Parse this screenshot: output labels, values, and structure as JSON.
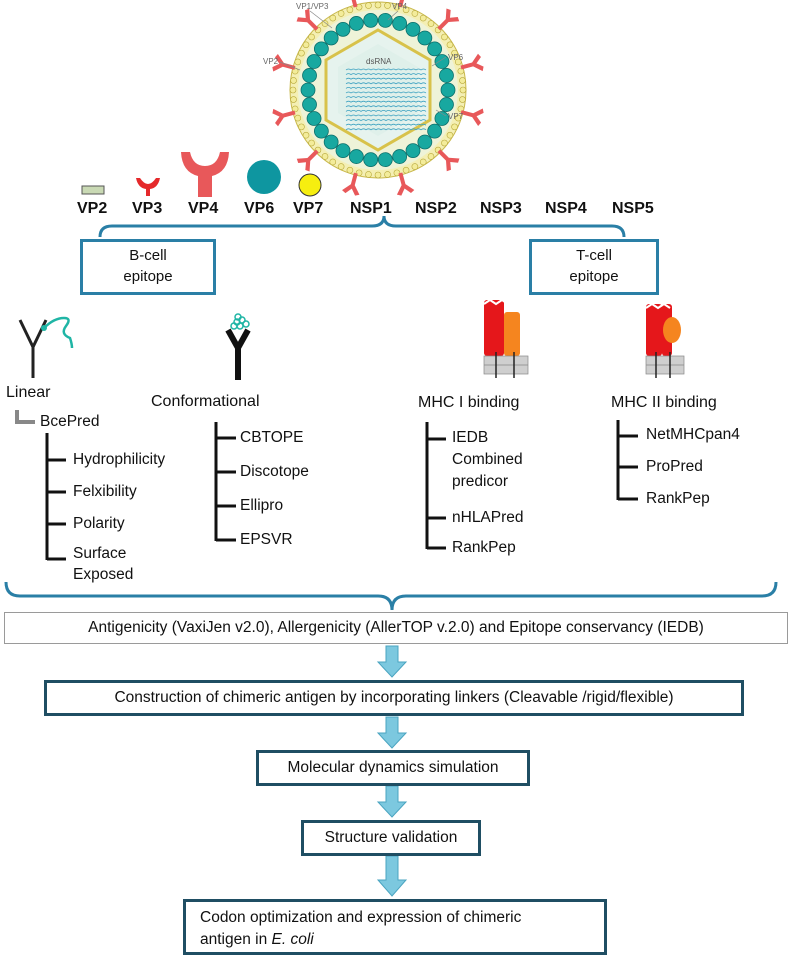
{
  "virus": {
    "labels": [
      "VP1/VP3",
      "VP4",
      "VP2",
      "dsRNA",
      "VP6",
      "VP7"
    ]
  },
  "proteins": [
    "VP2",
    "VP3",
    "VP4",
    "VP6",
    "VP7",
    "NSP1",
    "NSP2",
    "NSP3",
    "NSP4",
    "NSP5"
  ],
  "bcell": {
    "title_line1": "B-cell",
    "title_line2": "epitope"
  },
  "tcell": {
    "title_line1": "T-cell",
    "title_line2": "epitope"
  },
  "linear": {
    "title": "Linear",
    "tool": "BcePred",
    "items": [
      "Hydrophilicity",
      "Felxibility",
      "Polarity",
      "Surface",
      "Exposed"
    ]
  },
  "conformational": {
    "title": "Conformational",
    "items": [
      "CBTOPE",
      "Discotope",
      "Ellipro",
      "EPSVR"
    ]
  },
  "mhc1": {
    "title": "MHC I binding",
    "items": [
      "IEDB",
      "Combined",
      "predicor",
      "nHLAPred",
      "RankPep"
    ]
  },
  "mhc2": {
    "title": "MHC II binding",
    "items": [
      "NetMHCpan4",
      "ProPred",
      "RankPep"
    ]
  },
  "flow": {
    "step1": "Antigenicity (VaxiJen v2.0), Allergenicity (AllerTOP v.2.0) and Epitope conservancy (IEDB)",
    "step2": "Construction of chimeric antigen by incorporating linkers (Cleavable  /rigid/flexible)",
    "step3": "Molecular dynamics simulation",
    "step4": "Structure validation",
    "step5_line1": "Codon optimization and expression of chimeric",
    "step5_line2_prefix": "antigen in ",
    "step5_line2_italic": "E. coli"
  },
  "colors": {
    "bracket": "#2a7fa6",
    "arrow": "#7cc8df",
    "vp4_red": "#e8585a",
    "vp6_teal": "#0e96a0",
    "vp7_yellow": "#f6ee10",
    "vp2_green": "#c9d9b4"
  }
}
